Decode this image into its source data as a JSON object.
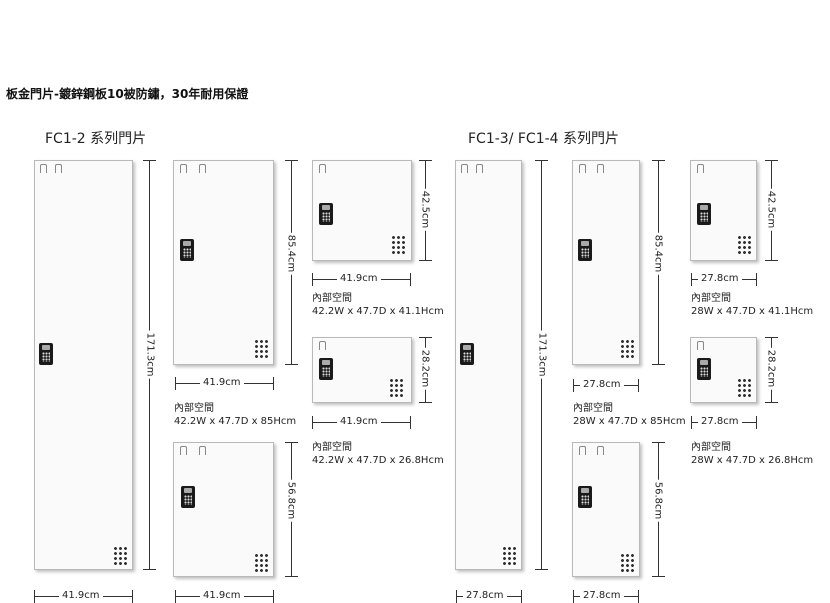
{
  "header": {
    "title": "板金門片-鍍鋅鋼板10被防鏽，30年耐用保證"
  },
  "series": [
    {
      "title": "FC1-2 系列門片"
    },
    {
      "title": "FC1-3/ FC1-4 系列門片"
    }
  ],
  "panels": {
    "a_full": {
      "height": "171.3cm",
      "width": "41.9cm"
    },
    "a_85": {
      "height": "85.4cm",
      "width": "41.9cm",
      "info_label": "內部空間",
      "info_dims": "42.2W x 47.7D x 85Hcm"
    },
    "a_56": {
      "height": "56.8cm",
      "width": "41.9cm"
    },
    "a_42": {
      "height": "42.5cm",
      "width": "41.9cm",
      "info_label": "內部空間",
      "info_dims": "42.2W x 47.7D x 41.1Hcm"
    },
    "a_28": {
      "height": "28.2cm",
      "width": "41.9cm",
      "info_label": "內部空間",
      "info_dims": "42.2W x 47.7D x 26.8Hcm"
    },
    "b_full": {
      "height": "171.3cm",
      "width": "27.8cm"
    },
    "b_85": {
      "height": "85.4cm",
      "width": "27.8cm",
      "info_label": "內部空間",
      "info_dims": "28W x 47.7D x 85Hcm"
    },
    "b_56": {
      "height": "56.8cm",
      "width": "27.8cm"
    },
    "b_42": {
      "height": "42.5cm",
      "width": "27.8cm",
      "info_label": "內部空間",
      "info_dims": "28W x 47.7D x 41.1Hcm"
    },
    "b_28": {
      "height": "28.2cm",
      "width": "27.8cm",
      "info_label": "內部空間",
      "info_dims": "28W x 47.7D x 26.8Hcm"
    }
  },
  "icons": {
    "lock": "keypad-lock-icon",
    "vent": "vent-holes-icon",
    "hook": "hook-icon"
  }
}
